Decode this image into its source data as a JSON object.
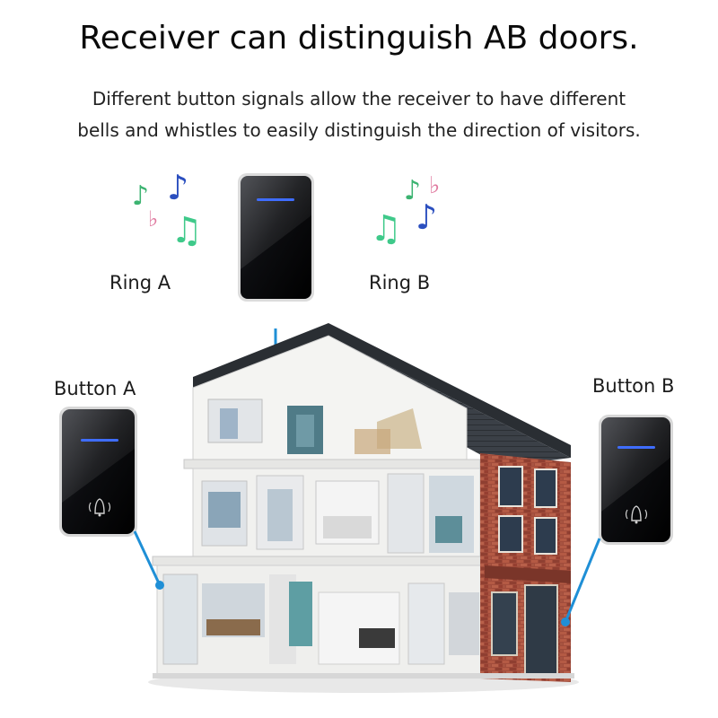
{
  "header": {
    "title": "Receiver can distinguish AB doors.",
    "subtitle_line1": "Different button signals allow the receiver to have different",
    "subtitle_line2": "bells and whistles to easily distinguish the direction of visitors."
  },
  "labels": {
    "ring_a": "Ring A",
    "ring_b": "Ring B",
    "button_a": "Button A",
    "button_b": "Button B"
  },
  "colors": {
    "accent_blue": "#1f8fd6",
    "indicator_blue": "#3f6dff",
    "device_black": "#0b0b0d",
    "brick_red": "#9c4a3a",
    "roof_dark": "#3a3f46"
  },
  "icons": {
    "music_notes": "music-notes-icon",
    "bell": "bell-icon"
  }
}
